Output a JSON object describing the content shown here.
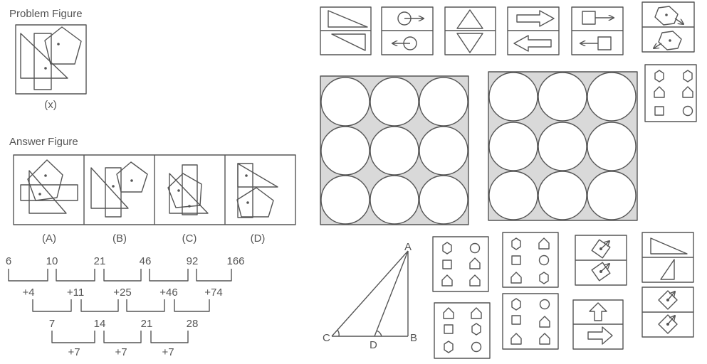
{
  "problem": {
    "title": "Problem Figure",
    "caption": "(x)"
  },
  "answers": {
    "title": "Answer Figure",
    "options": [
      "(A)",
      "(B)",
      "(C)",
      "(D)"
    ]
  },
  "series": {
    "top": [
      "6",
      "10",
      "21",
      "46",
      "92",
      "166"
    ],
    "diff1": [
      "+4",
      "+11",
      "+25",
      "+46",
      "+74"
    ],
    "diff2": [
      "7",
      "14",
      "21",
      "28"
    ],
    "diff3": [
      "+7",
      "+7",
      "+7"
    ]
  },
  "triangle": {
    "A": "A",
    "B": "B",
    "C": "C",
    "D": "D"
  },
  "colors": {
    "stroke": "#555555",
    "grid_fill": "#d9d9d9",
    "text": "#555555"
  }
}
